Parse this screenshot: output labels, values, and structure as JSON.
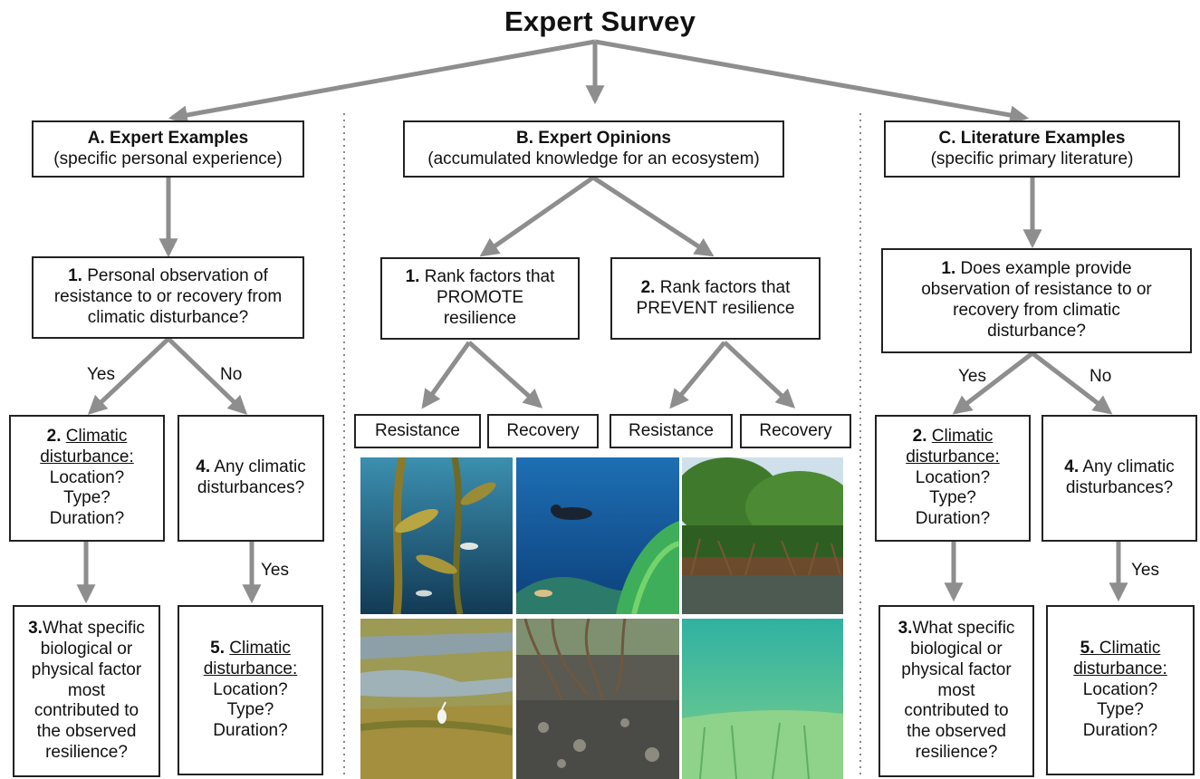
{
  "title": "Expert Survey",
  "colors": {
    "arrow": "#8e8e8e",
    "box_border": "#222222",
    "divider": "#8a8a8a"
  },
  "col_a": {
    "header": {
      "title": "A. Expert Examples",
      "subtitle": "(specific personal experience)"
    },
    "q1": {
      "num": "1.",
      "text_l1": "Personal observation of",
      "text_l2": "resistance to or recovery from",
      "text_l3": "climatic disturbance?"
    },
    "yes": "Yes",
    "no": "No",
    "q2": {
      "num": "2.",
      "title_l1": "Climatic",
      "title_l2": "disturbance:",
      "l3": "Location?",
      "l4": "Type?",
      "l5": "Duration?"
    },
    "q4": {
      "num": "4.",
      "text_l1": "Any climatic",
      "text_l2": "disturbances?"
    },
    "yes2": "Yes",
    "q3": {
      "num": "3.",
      "l1": "What specific",
      "l2": "biological or",
      "l3": "physical factor",
      "l4": "most",
      "l5": "contributed to",
      "l6": "the observed",
      "l7": "resilience?"
    },
    "q5": {
      "num": "5.",
      "title_l1": "Climatic",
      "title_l2": "disturbance:",
      "l3": "Location?",
      "l4": "Type?",
      "l5": "Duration?"
    }
  },
  "col_b": {
    "header": {
      "title": "B. Expert Opinions",
      "subtitle": "(accumulated knowledge for an ecosystem)"
    },
    "q1": {
      "num": "1.",
      "text_l1": "Rank factors that",
      "text_l2": "PROMOTE",
      "text_l3": "resilience"
    },
    "q2": {
      "num": "2.",
      "text_l1": "Rank factors that",
      "text_l2": "PREVENT resilience"
    },
    "leaves": [
      "Resistance",
      "Recovery",
      "Resistance",
      "Recovery"
    ],
    "photos": [
      "kelp-forest",
      "coral-reef-diver",
      "mangrove-forest",
      "salt-marsh-egret",
      "mangrove-roots-oysters",
      "seagrass-meadow"
    ]
  },
  "col_c": {
    "header": {
      "title": "C. Literature Examples",
      "subtitle": "(specific primary literature)"
    },
    "q1": {
      "num": "1.",
      "text_l1": "Does example provide",
      "text_l2": "observation of resistance to or",
      "text_l3": "recovery from climatic",
      "text_l4": "disturbance?"
    },
    "yes": "Yes",
    "no": "No",
    "q2": {
      "num": "2.",
      "title_l1": "Climatic",
      "title_l2": "disturbance:",
      "l3": "Location?",
      "l4": "Type?",
      "l5": "Duration?"
    },
    "q4": {
      "num": "4.",
      "text_l1": "Any climatic",
      "text_l2": "disturbances?"
    },
    "yes2": "Yes",
    "q3": {
      "num": "3.",
      "l1": "What specific",
      "l2": "biological or",
      "l3": "physical factor",
      "l4": "most",
      "l5": "contributed to",
      "l6": "the observed",
      "l7": "resilience?"
    },
    "q5": {
      "num": "5.",
      "title_l1": "Climatic",
      "title_l2": "disturbance:",
      "l3": "Location?",
      "l4": "Type?",
      "l5": "Duration?"
    }
  }
}
